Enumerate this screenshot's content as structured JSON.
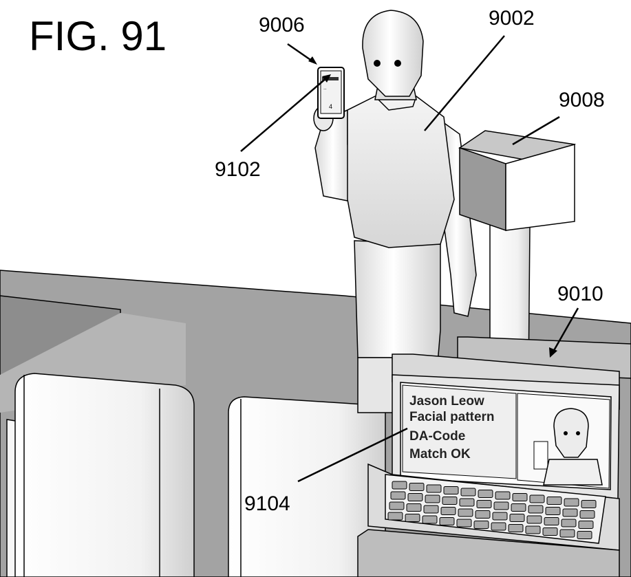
{
  "figure": {
    "title": "FIG. 91"
  },
  "labels": {
    "person": "9002",
    "handheld_device": "9006",
    "camera_unit": "9008",
    "terminal": "9010",
    "device_screen": "9102",
    "terminal_display": "9104"
  },
  "display": {
    "lines": [
      "Jason Leow",
      "Facial pattern",
      "DA-Code",
      "Match OK"
    ]
  },
  "device_screen": {
    "lines": [
      "..",
      "4"
    ]
  }
}
